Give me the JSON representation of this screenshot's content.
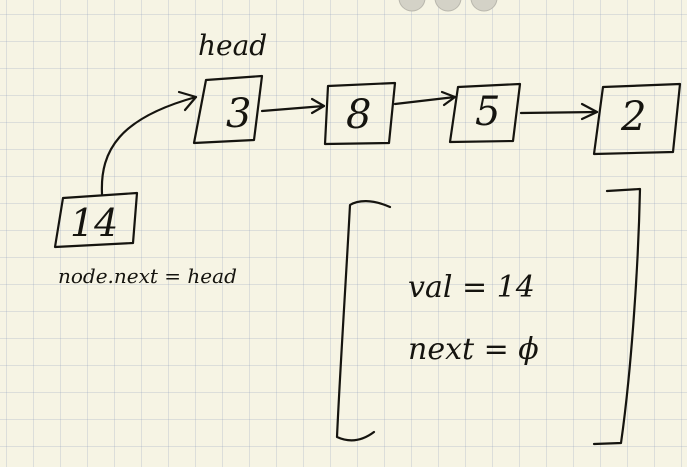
{
  "head_label": "head",
  "nodes": [
    {
      "value": "3"
    },
    {
      "value": "8"
    },
    {
      "value": "5"
    },
    {
      "value": "2"
    }
  ],
  "new_node": {
    "value": "14"
  },
  "new_node_caption": "node.next = head",
  "detail_box": {
    "val_line": "val = 14",
    "next_line": "next = ϕ"
  }
}
